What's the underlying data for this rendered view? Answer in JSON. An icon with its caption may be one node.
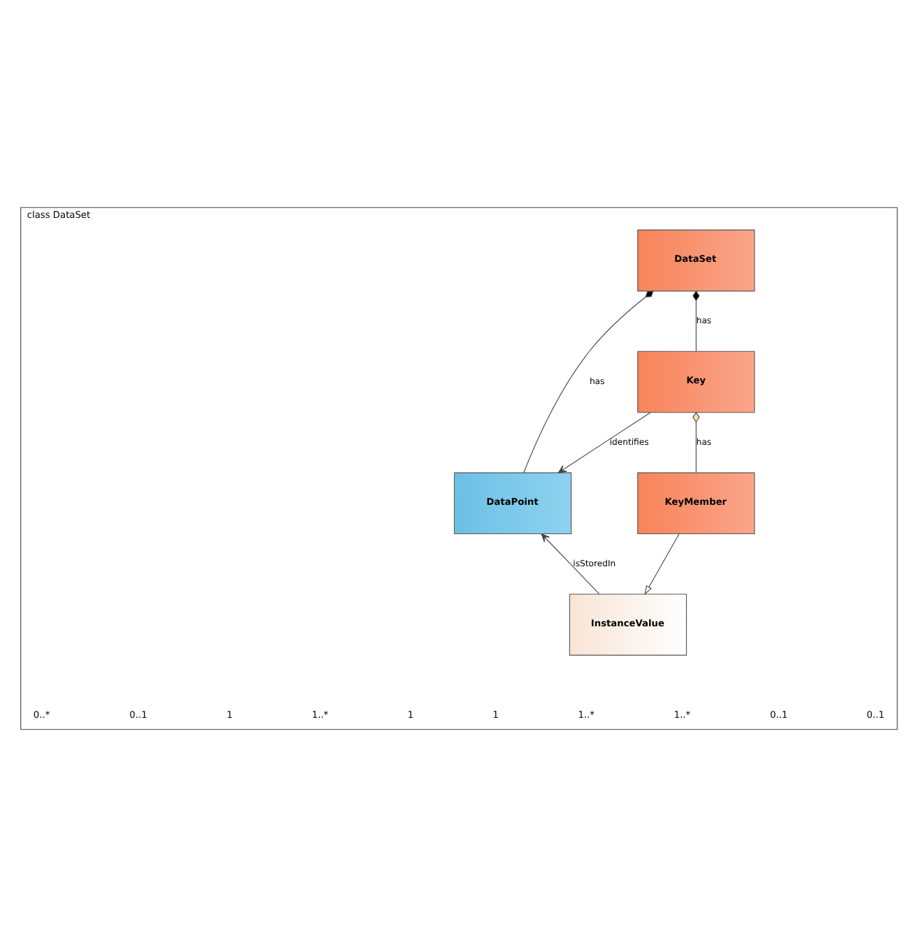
{
  "diagram": {
    "nodes": [
      {
        "text": [
          "class DataSet"
        ]
      },
      {
        "text": [
          "DataPoint"
        ],
        "in": 0
      },
      {
        "text": [
          "InstanceValue"
        ],
        "in": 0
      },
      {
        "text": [
          "DataSet"
        ],
        "in": 0
      },
      {
        "text": [
          "Key"
        ],
        "in": 0
      },
      {
        "text": [
          "KeyMember"
        ],
        "in": 0
      }
    ],
    "edges": [
      {
        "from": 2,
        "to": 1,
        "arrow": "to",
        "label": "isStoredIn"
      },
      {
        "from": 3,
        "to": 1,
        "arrow": "other",
        "label": "has"
      },
      {
        "from": 3,
        "to": 4,
        "arrow": "other",
        "label": "has"
      },
      {
        "from": 4,
        "to": 1,
        "arrow": "to",
        "label": "identifies"
      },
      {
        "from": 5,
        "to": 2,
        "arrow": "to"
      },
      {
        "from": 4,
        "to": 5,
        "arrow": "other",
        "label": "has"
      }
    ],
    "labels": [
      "0..1",
      "0..1",
      "1..*",
      "1..*",
      "1",
      "1",
      "1..*",
      "1",
      "0..1",
      "0..*"
    ]
  }
}
